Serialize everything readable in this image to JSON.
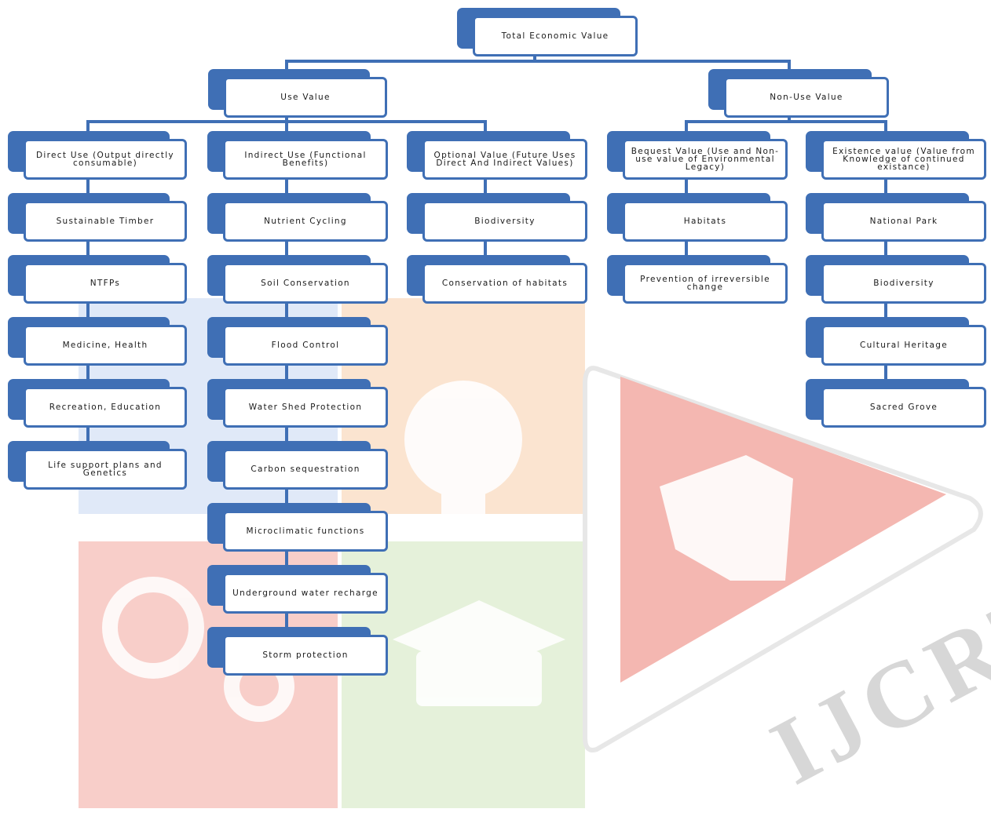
{
  "colors": {
    "box_border": "#3f6fb5",
    "connector": "#3f6fb5",
    "watermark_blue": "#dbe6f7",
    "watermark_orange": "#fbe0c8",
    "watermark_red": "#f7c6c0",
    "watermark_green": "#e1efd4",
    "watermark_logo_red": "#f3aba3"
  },
  "watermark": {
    "text": "IJCRT"
  },
  "diagram": {
    "root": {
      "label": "Total Economic Value"
    },
    "use_value": {
      "label": "Use Value"
    },
    "non_use_value": {
      "label": "Non-Use Value"
    },
    "direct_use": {
      "label": "Direct Use (Output directly consumable)",
      "items": [
        "Sustainable Timber",
        "NTFPs",
        "Medicine, Health",
        "Recreation, Education",
        "Life support plans and Genetics"
      ]
    },
    "indirect_use": {
      "label": "Indirect Use (Functional Benefits)",
      "items": [
        "Nutrient Cycling",
        "Soil Conservation",
        "Flood Control",
        "Water Shed Protection",
        "Carbon sequestration",
        "Microclimatic functions",
        "Underground water recharge",
        "Storm protection"
      ]
    },
    "optional_value": {
      "label": "Optional Value (Future Uses Direct And Indirect Values)",
      "items": [
        "Biodiversity",
        "Conservation of habitats"
      ]
    },
    "bequest_value": {
      "label": "Bequest Value (Use and Non-use value of Environmental Legacy)",
      "items": [
        "Habitats",
        "Prevention of irreversible change"
      ]
    },
    "existence_value": {
      "label": "Existence value (Value from Knowledge of continued existance)",
      "items": [
        "National Park",
        "Biodiversity",
        "Cultural Heritage",
        "Sacred Grove"
      ]
    }
  }
}
